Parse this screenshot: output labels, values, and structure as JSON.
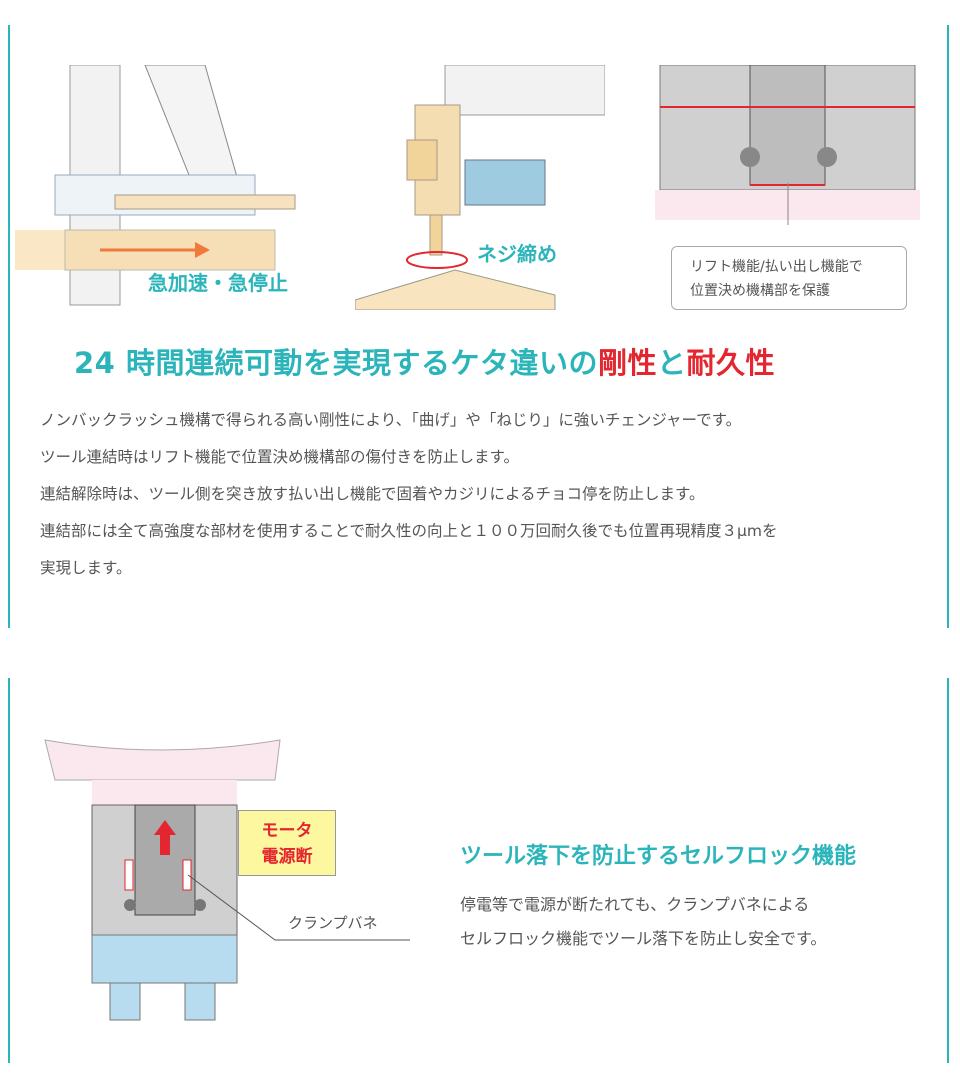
{
  "illustrations": {
    "accel_label": "急加速・急停止",
    "screw_label": "ネジ締め",
    "lift_note": [
      "リフト機能/払い出し機能で",
      "位置決め機構部を保護"
    ],
    "motor_label": [
      "モータ",
      "電源断"
    ],
    "clamp_spring_label": "クランプバネ"
  },
  "section1": {
    "title_teal": "24 時間連続可動を実現するケタ違いの",
    "title_red1": "剛性",
    "title_teal2": "と",
    "title_red2": "耐久性",
    "paragraphs": [
      "ノンバックラッシュ機構で得られる高い剛性により、「曲げ」や「ねじり」に強いチェンジャーです。",
      "ツール連結時はリフト機能で位置決め機構部の傷付きを防止します。",
      "連結解除時は、ツール側を突き放す払い出し機能で固着やカジリによるチョコ停を防止します。",
      "連結部には全て高強度な部材を使用することで耐久性の向上と１００万回耐久後でも位置再現精度３μmを",
      "実現します。"
    ]
  },
  "section2": {
    "title": "ツール落下を防止するセルフロック機能",
    "paragraphs": [
      "停電等で電源が断たれても、クランプバネによる",
      "セルフロック機能でツール落下を防止し安全です。"
    ]
  },
  "colors": {
    "teal": "#2bb5bb",
    "red": "#e3262f"
  }
}
